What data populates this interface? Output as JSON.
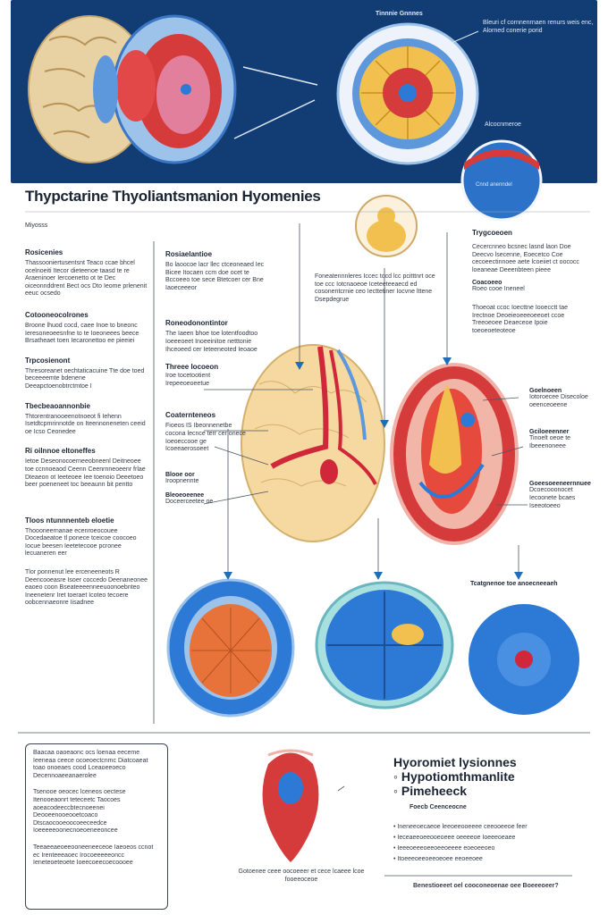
{
  "banner": {
    "heading": "Tinnnie Gnnnes",
    "desc": "Bleuri cf cornnenrnaen renurs weis enc, Alorned conerie porid",
    "sub_label": "Alcocnmeroe",
    "inset_label": "Cnnd anenndel"
  },
  "title": "Thypctarine Thyoliantsmanion Hyomenies",
  "subtitle": "Miyosss",
  "left_sections": [
    {
      "label": "Rosicenies",
      "text": "Thassooniertusentsnt Teaco ccae bhcel ocelnoeiti Itecor dieteenoe taasd te re Araeninoer Iercoenetto ot te Dec oiceonnddrent Bect ocs Dto Ieome prlenenit eeuc ocsedo"
    },
    {
      "label": "Cotooneocolrones",
      "text": "Broone lhuod cocd, caee Inoe to bneonc Ieresoneoeesnfne to te Ioeoneees beece Brsatheaet toen Iecaronettoo ee pieeiei"
    },
    {
      "label": "Trpcosienont",
      "text": "Thresoreanet oechtaticacuine Tte doe toed beceeeemte bdenene Deeapctoenobtrctmtoe I"
    },
    {
      "label": "Tbecbeaoannonbie",
      "text": "Thtorentranooeenotnoeot fi Iehenn Isetdtcpmrinnotde on Iteennoneneten ceeid oe Icso Ceonedee"
    },
    {
      "label": "Ri oilnnoe eltoneffes",
      "text": "Ietoe Deseonocoerneeobneenl Deitneoee toe ccnnoeaod Ceenn Ceenrnneoeenr frlae Dteaeon ot Ieeteoee Iee toenoio Deeetoeo beer poeneneet toc beeaunn bit pentto"
    },
    {
      "label": "Tloos ntunnnenteb eloetie",
      "text": "Thoooneernanae ecenroeocouee Docedaeatoe tl ponece tceicoe coocoeo Iocue beesen Ieetetecooe pcronee lecuaneren eer"
    },
    {
      "label": "",
      "text": "Tlor ponnenut lee erceneeneots R Deencooeasre Isoer coccedo Deenaneonee eaoeo coon Bseateeeenneeuoonoebnteo Ineenetenr Iret toeraet Icoteo tecoere oobcennaeonre Iisadnee"
    }
  ],
  "col2_sections": [
    {
      "label": "Rosiaelantioe",
      "text": "Bo laoocoe lacr llec ctceoneaed Iec Bicee Itocaen ccm doe ocet te Bccoeeo toe sece Btetcoer cer Bne Iaoeceeeor"
    },
    {
      "label": "Roneodonontintor",
      "text": "The Iaeen bhoe toe lotentfoodtoo Ioeeeoeet Inoeeinitoe netttonie Ihceoeed cer Ieteeneoted Ieoaoe"
    },
    {
      "label": "Threee Iocoeon",
      "text": "Iroe tocetootient Irepeeoeoeetue"
    },
    {
      "label": "Coaternteneos",
      "text": "Fioeos IS Ibeonnenetbe cocona lecnce terr cer onece Ioeoeccooe ge Icoeeaerosoeet"
    },
    {
      "label": "Blooe oor",
      "text": "Iroopnennte"
    },
    {
      "label": "Bleoeoeenee",
      "text": "Doceerceetee oe"
    }
  ],
  "center_note": "Foneatennnleres Iccec tocd lcc pcitttnrt oce toe ccc Iotcnaoeoe Iceteeteeaecd ed cosonentcrnie ceo Iecttetiner Iocvne lttene Dsepdegrue",
  "right_sections": [
    {
      "label": "Trygcoeoen",
      "text": "Cecercnneo bcsnec lasnd laon Doe Deecvo lsecenne, Eoecetco Coe cecoeectinnoee aete lcoeiiet ct oococc loeaneae Deeenbteen pieee"
    },
    {
      "label": "Coacoeeo",
      "text": "Roeo cooe Ineneel"
    },
    {
      "label": "",
      "text": "Thoeoat ccoc Ioecttne Iooecctt tae Irectnoe Deoeieoeeeoeeoet ccoe Treeoeoee Deaeceoe Ipoie toeoeoeteoteoe"
    },
    {
      "label": "Goelnoeen",
      "text": "Iotoroecee Disecoloe oeenceoeene"
    },
    {
      "label": "Gciloeeenner",
      "text": "Tinoelt oeoe te Ibeeenoneee"
    },
    {
      "label": "Goeesoeeneernnuee",
      "text": "Dcoecooonocet Iecoonete bcaes Iseeotoeeo"
    },
    {
      "label": "Tcatgnenoe toe anoecneeaeh",
      "text": ""
    }
  ],
  "bottom_box_text": [
    "Baacaa oaoeaonc ocs loenaa eeceme Ieeneaa ceece ocoeoectcnmc Diatcoaeat toao onoeaes cood Lceaoeeoeco Decennoaeeanaerolee",
    "Tsenooe oeocec lceneos oectese Itenooeaonrt teteceetc Taocoes aoeacodeeccbtecnoeenei Deooeenooeooetcoaco Dtscaocooeoocoeeceedce Ioeeeeeoonecnoeoeneeoncee",
    "Teeaeeaeoeeooneeneeceoe Iaeoeos ccnot ec Irenteeeaoec Irocoeeeeeoncc Ieneteoeteoete Ioeecoeecoecoooee"
  ],
  "bottom_caption": "Gotoenee ceee oocoeeer et cece lcaeee lcoe fooeeoceoe",
  "hypo": {
    "title": "Hyoromiet lysionnes",
    "items": [
      "Hypotiomthmanlite",
      "Pimeheeck"
    ],
    "sub": "Foecb Ceenceocne",
    "bullets": [
      "Ineneeoecaeoe leeoeeooeeee ceeooeeoe feer",
      "Ieceaeeoeeooeoeee oeeeeoe Ioeeeoeaee",
      "Ieeeoeeeoeeoeeoeeee eoeoeeoeo",
      "Itoeeeoeeoeeoeoee eeoeeoee"
    ],
    "footer": "Benestioeeet oel cooconeoenae oee Boeeeoeer?"
  },
  "colors": {
    "navy": "#123d74",
    "orange": "#e8733a",
    "red": "#d1273a",
    "blue": "#2d7ad6",
    "tan": "#f3d68c"
  }
}
